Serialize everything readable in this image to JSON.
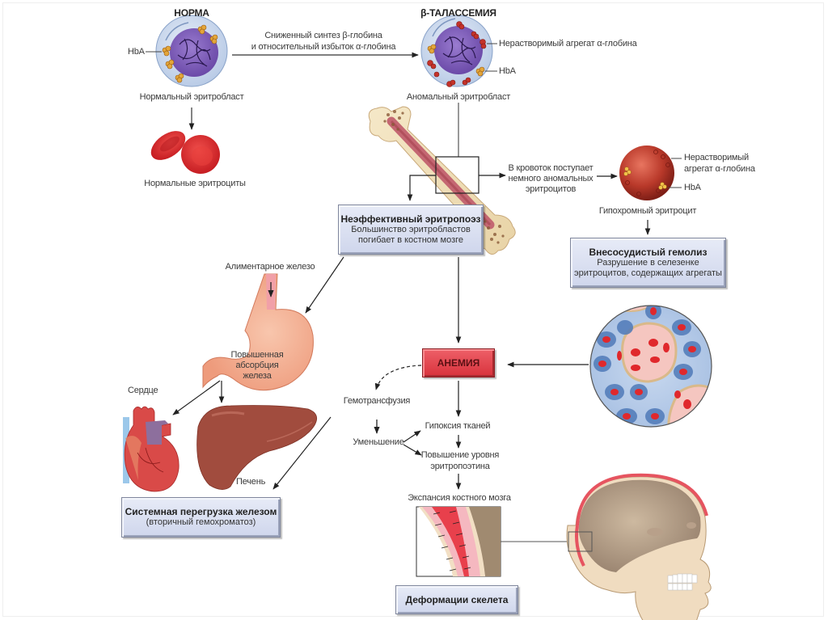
{
  "diagram": {
    "normal": {
      "title": "НОРМА",
      "hba_label": "HbA",
      "cell_caption": "Нормальный эритробласт",
      "rbc_caption": "Нормальные эритроциты"
    },
    "transition": {
      "line1": "Сниженный синтез β-глобина",
      "line2": "и относительный избыток α-глобина"
    },
    "thalassemia": {
      "title": "β-ТАЛАССЕМИЯ",
      "aggregate_label": "Нерастворимый агрегат α-глобина",
      "hba_label": "HbA",
      "cell_caption": "Аномальный эритробласт"
    },
    "bloodstream": {
      "line1": "В кровоток поступает",
      "line2": "немного аномальных",
      "line3": "эритроцитов"
    },
    "hypochromic": {
      "aggregate_line1": "Нерастворимый",
      "aggregate_line2": "агрегат α-глобина",
      "hba_label": "HbA",
      "caption": "Гипохромный эритроцит"
    },
    "ineffective_box": {
      "title": "Неэффективный эритропоэз",
      "line1": "Большинство эритробластов",
      "line2": "погибает в костном мозге"
    },
    "hemolysis_box": {
      "title": "Внесосудистый гемолиз",
      "line1": "Разрушение в селезенке",
      "line2": "эритроцитов, содержащих агрегаты"
    },
    "stomach": {
      "dietary_iron": "Алиментарное железо",
      "line1": "Повышенная",
      "line2": "абсорбция",
      "line3": "железа"
    },
    "heart_label": "Сердце",
    "liver_label": "Печень",
    "anemia_box": {
      "title": "АНЕМИЯ"
    },
    "transfusion": "Гемотрансфузия",
    "decrease": "Уменьшение",
    "hypoxia": "Гипоксия тканей",
    "epo": {
      "line1": "Повышение уровня",
      "line2": "эритропоэтина"
    },
    "marrow_expansion": "Экспансия костного мозга",
    "iron_overload_box": {
      "title": "Системная перегрузка железом",
      "subtitle": "(вторичный гемохроматоз)"
    },
    "skeleton_box": {
      "title": "Деформации скелета"
    }
  },
  "colors": {
    "box_fill": "#d9dff0",
    "anemia_fill": "#e0434b",
    "rbc_red": "#e0282c",
    "cell_purple": "#7b5bb5",
    "stomach": "#f3a98c",
    "liver": "#9a4a3c"
  }
}
